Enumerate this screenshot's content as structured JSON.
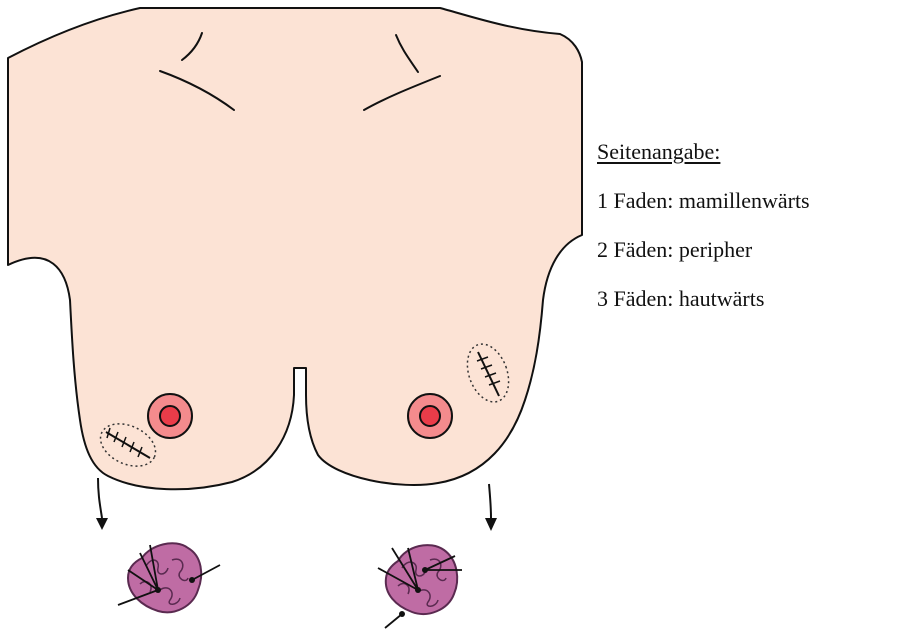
{
  "legend": {
    "title": "Seitenangabe:",
    "items": [
      "1 Faden: mamillenwärts",
      "2 Fäden: peripher",
      "3 Fäden: hautwärts"
    ]
  },
  "colors": {
    "skin": "#fce3d5",
    "outline": "#111111",
    "areola": "#f48b8d",
    "nipple": "#ea3c49",
    "specimen": "#bf6ca4",
    "specimen_outline": "#5a2a50"
  }
}
